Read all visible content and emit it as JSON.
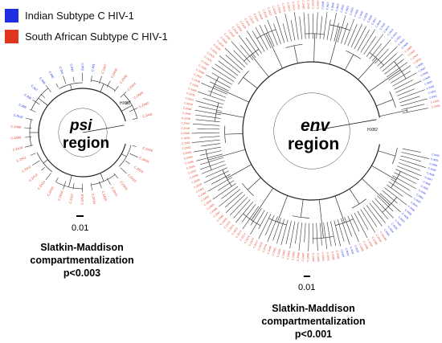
{
  "legend": {
    "items": [
      {
        "label": "Indian Subtype C HIV-1",
        "color": "#1f2ee0"
      },
      {
        "label": "South African Subtype C HIV-1",
        "color": "#e0361f"
      }
    ]
  },
  "trees": {
    "psi": {
      "name": "psi",
      "subtitle": "region",
      "reference": "HXB2",
      "scale_label": "0.01",
      "stat_lines": [
        "Slatkin-Maddison",
        "compartmentalization",
        "p<0.003"
      ],
      "tips": [
        {
          "label": "C.ZA26",
          "group": "sa"
        },
        {
          "label": "C.ZA25",
          "group": "sa"
        },
        {
          "label": "C.ZA24",
          "group": "sa"
        },
        {
          "label": "C.ZA23",
          "group": "sa"
        },
        {
          "label": "C.ZA22",
          "group": "sa"
        },
        {
          "label": "C.ZA21",
          "group": "sa"
        },
        {
          "label": "C.ZA20",
          "group": "sa"
        },
        {
          "label": "C.ZA19",
          "group": "sa"
        },
        {
          "label": "C.ZA18",
          "group": "sa"
        },
        {
          "label": "C.ZA17",
          "group": "sa"
        },
        {
          "label": "C.ZA16",
          "group": "sa"
        },
        {
          "label": "C.ZA15",
          "group": "sa"
        },
        {
          "label": "C.ZA14",
          "group": "sa"
        },
        {
          "label": "C.ZA13",
          "group": "sa"
        },
        {
          "label": "C.ZA12",
          "group": "sa"
        },
        {
          "label": "C.ZA11",
          "group": "sa"
        },
        {
          "label": "C.ZA10",
          "group": "sa"
        },
        {
          "label": "C.ZA09",
          "group": "sa"
        },
        {
          "label": "C.ZA08",
          "group": "sa"
        },
        {
          "label": "C.IN10",
          "group": "in"
        },
        {
          "label": "C.IN9",
          "group": "in"
        },
        {
          "label": "C.IN8",
          "group": "in"
        },
        {
          "label": "C.IN7",
          "group": "in"
        },
        {
          "label": "C.IN6",
          "group": "in"
        },
        {
          "label": "C.IN5",
          "group": "in"
        },
        {
          "label": "C.IN4",
          "group": "in"
        },
        {
          "label": "C.IN3",
          "group": "in"
        },
        {
          "label": "C.IN2",
          "group": "in"
        },
        {
          "label": "C.IN1",
          "group": "in"
        },
        {
          "label": "C.ZA07",
          "group": "sa"
        },
        {
          "label": "C.ZA06",
          "group": "sa"
        },
        {
          "label": "C.ZA05",
          "group": "sa"
        },
        {
          "label": "C.ZA04",
          "group": "sa"
        },
        {
          "label": "C.ZA03",
          "group": "sa"
        },
        {
          "label": "C.ZA02",
          "group": "sa"
        },
        {
          "label": "C.ZA01",
          "group": "sa"
        }
      ]
    },
    "env": {
      "name": "env",
      "subtitle": "region",
      "reference": "HXB2",
      "scale_label": "0.01",
      "stat_lines": [
        "Slatkin-Maddison",
        "compartmentalization",
        "p<0.001"
      ],
      "tips": [
        {
          "label": "C.IN52",
          "group": "in"
        },
        {
          "label": "C.IN51",
          "group": "in"
        },
        {
          "label": "C.IN50",
          "group": "in"
        },
        {
          "label": "C.IN49",
          "group": "in"
        },
        {
          "label": "C.IN48",
          "group": "in"
        },
        {
          "label": "C.IN47",
          "group": "in"
        },
        {
          "label": "C.IN46",
          "group": "in"
        },
        {
          "label": "C.IN45",
          "group": "in"
        },
        {
          "label": "C.IN44",
          "group": "in"
        },
        {
          "label": "C.IN43",
          "group": "in"
        },
        {
          "label": "C.IN42",
          "group": "in"
        },
        {
          "label": "C.IN41",
          "group": "in"
        },
        {
          "label": "C.IN40",
          "group": "in"
        },
        {
          "label": "C.IN39",
          "group": "in"
        },
        {
          "label": "C.IN38",
          "group": "in"
        },
        {
          "label": "C.IN37",
          "group": "in"
        },
        {
          "label": "C.IN36",
          "group": "in"
        },
        {
          "label": "C.IN35",
          "group": "in"
        },
        {
          "label": "C.IN34",
          "group": "in"
        },
        {
          "label": "C.IN33",
          "group": "in"
        },
        {
          "label": "C.ZA100",
          "group": "sa"
        },
        {
          "label": "C.ZA99",
          "group": "sa"
        },
        {
          "label": "C.ZA98",
          "group": "sa"
        },
        {
          "label": "C.ZA97",
          "group": "sa"
        },
        {
          "label": "C.ZA96",
          "group": "sa"
        },
        {
          "label": "C.ZA95",
          "group": "sa"
        },
        {
          "label": "C.IN32",
          "group": "in"
        },
        {
          "label": "C.IN31",
          "group": "in"
        },
        {
          "label": "C.IN30",
          "group": "in"
        },
        {
          "label": "C.IN29",
          "group": "in"
        },
        {
          "label": "C.ZA94",
          "group": "sa"
        },
        {
          "label": "C.ZA93",
          "group": "sa"
        },
        {
          "label": "C.ZA92",
          "group": "sa"
        },
        {
          "label": "C.ZA91",
          "group": "sa"
        },
        {
          "label": "C.ZA90",
          "group": "sa"
        },
        {
          "label": "C.ZA89",
          "group": "sa"
        },
        {
          "label": "C.ZA88",
          "group": "sa"
        },
        {
          "label": "C.ZA87",
          "group": "sa"
        },
        {
          "label": "C.ZA86",
          "group": "sa"
        },
        {
          "label": "C.ZA85",
          "group": "sa"
        },
        {
          "label": "C.ZA84",
          "group": "sa"
        },
        {
          "label": "C.ZA83",
          "group": "sa"
        },
        {
          "label": "C.ZA82",
          "group": "sa"
        },
        {
          "label": "C.ZA81",
          "group": "sa"
        },
        {
          "label": "C.ZA80",
          "group": "sa"
        },
        {
          "label": "C.ZA79",
          "group": "sa"
        },
        {
          "label": "C.ZA78",
          "group": "sa"
        },
        {
          "label": "C.ZA77",
          "group": "sa"
        },
        {
          "label": "C.ZA76",
          "group": "sa"
        },
        {
          "label": "C.ZA75",
          "group": "sa"
        },
        {
          "label": "C.ZA74",
          "group": "sa"
        },
        {
          "label": "C.ZA73",
          "group": "sa"
        },
        {
          "label": "C.ZA72",
          "group": "sa"
        },
        {
          "label": "C.ZA71",
          "group": "sa"
        },
        {
          "label": "C.ZA70",
          "group": "sa"
        },
        {
          "label": "C.ZA69",
          "group": "sa"
        },
        {
          "label": "C.ZA68",
          "group": "sa"
        },
        {
          "label": "C.ZA67",
          "group": "sa"
        },
        {
          "label": "C.ZA66",
          "group": "sa"
        },
        {
          "label": "C.ZA65",
          "group": "sa"
        },
        {
          "label": "C.ZA64",
          "group": "sa"
        },
        {
          "label": "C.ZA63",
          "group": "sa"
        },
        {
          "label": "C.ZA62",
          "group": "sa"
        },
        {
          "label": "C.ZA61",
          "group": "sa"
        },
        {
          "label": "C.ZA60",
          "group": "sa"
        },
        {
          "label": "C.ZA59",
          "group": "sa"
        },
        {
          "label": "C.ZA58",
          "group": "sa"
        },
        {
          "label": "C.ZA57",
          "group": "sa"
        },
        {
          "label": "C.ZA56",
          "group": "sa"
        },
        {
          "label": "C.ZA55",
          "group": "sa"
        },
        {
          "label": "C.ZA54",
          "group": "sa"
        },
        {
          "label": "C.ZA53",
          "group": "sa"
        },
        {
          "label": "C.ZA52",
          "group": "sa"
        },
        {
          "label": "C.ZA51",
          "group": "sa"
        },
        {
          "label": "C.ZA50",
          "group": "sa"
        },
        {
          "label": "C.ZA49",
          "group": "sa"
        },
        {
          "label": "C.ZA48",
          "group": "sa"
        },
        {
          "label": "C.ZA47",
          "group": "sa"
        },
        {
          "label": "C.ZA46",
          "group": "sa"
        },
        {
          "label": "C.ZA45",
          "group": "sa"
        },
        {
          "label": "C.ZA44",
          "group": "sa"
        },
        {
          "label": "C.ZA43",
          "group": "sa"
        },
        {
          "label": "C.ZA42",
          "group": "sa"
        },
        {
          "label": "C.ZA41",
          "group": "sa"
        },
        {
          "label": "C.ZA40",
          "group": "sa"
        },
        {
          "label": "C.ZA39",
          "group": "sa"
        },
        {
          "label": "C.ZA38",
          "group": "sa"
        },
        {
          "label": "C.ZA37",
          "group": "sa"
        },
        {
          "label": "C.ZA36",
          "group": "sa"
        },
        {
          "label": "C.ZA35",
          "group": "sa"
        },
        {
          "label": "C.ZA34",
          "group": "sa"
        },
        {
          "label": "C.ZA33",
          "group": "sa"
        },
        {
          "label": "C.ZA32",
          "group": "sa"
        },
        {
          "label": "C.ZA31",
          "group": "sa"
        },
        {
          "label": "C.ZA30",
          "group": "sa"
        },
        {
          "label": "C.ZA29",
          "group": "sa"
        },
        {
          "label": "C.ZA28",
          "group": "sa"
        },
        {
          "label": "C.ZA27",
          "group": "sa"
        },
        {
          "label": "C.ZA26",
          "group": "sa"
        },
        {
          "label": "C.ZA25",
          "group": "sa"
        },
        {
          "label": "C.ZA24",
          "group": "sa"
        },
        {
          "label": "C.ZA23",
          "group": "sa"
        },
        {
          "label": "C.ZA22",
          "group": "sa"
        },
        {
          "label": "C.ZA21",
          "group": "sa"
        },
        {
          "label": "C.ZA20",
          "group": "sa"
        },
        {
          "label": "C.ZA19",
          "group": "sa"
        },
        {
          "label": "C.ZA18",
          "group": "sa"
        },
        {
          "label": "C.ZA17",
          "group": "sa"
        },
        {
          "label": "C.ZA16",
          "group": "sa"
        },
        {
          "label": "C.ZA15",
          "group": "sa"
        },
        {
          "label": "C.ZA14",
          "group": "sa"
        },
        {
          "label": "C.ZA13",
          "group": "sa"
        },
        {
          "label": "C.ZA12",
          "group": "sa"
        },
        {
          "label": "C.ZA11",
          "group": "sa"
        },
        {
          "label": "C.ZA10",
          "group": "sa"
        },
        {
          "label": "C.ZA09",
          "group": "sa"
        },
        {
          "label": "C.ZA08",
          "group": "sa"
        },
        {
          "label": "C.ZA07",
          "group": "sa"
        },
        {
          "label": "C.IN28",
          "group": "in"
        },
        {
          "label": "C.IN27",
          "group": "in"
        },
        {
          "label": "C.IN26",
          "group": "in"
        },
        {
          "label": "C.IN25",
          "group": "in"
        },
        {
          "label": "C.IN24",
          "group": "in"
        },
        {
          "label": "C.IN23",
          "group": "in"
        },
        {
          "label": "C.IN22",
          "group": "in"
        },
        {
          "label": "C.IN21",
          "group": "in"
        },
        {
          "label": "C.IN20",
          "group": "in"
        },
        {
          "label": "C.IN19",
          "group": "in"
        },
        {
          "label": "C.IN18",
          "group": "in"
        },
        {
          "label": "C.IN17",
          "group": "in"
        },
        {
          "label": "C.IN16",
          "group": "in"
        },
        {
          "label": "C.IN15",
          "group": "in"
        },
        {
          "label": "C.IN14",
          "group": "in"
        },
        {
          "label": "C.IN13",
          "group": "in"
        },
        {
          "label": "C.IN12",
          "group": "in"
        },
        {
          "label": "C.IN11",
          "group": "in"
        },
        {
          "label": "C.IN10",
          "group": "in"
        },
        {
          "label": "C.IN09",
          "group": "in"
        },
        {
          "label": "C.ZA06",
          "group": "sa"
        },
        {
          "label": "C.ZA05",
          "group": "sa"
        },
        {
          "label": "C.ZA04",
          "group": "sa"
        },
        {
          "label": "C.ZA03",
          "group": "sa"
        },
        {
          "label": "C.IN08",
          "group": "in"
        },
        {
          "label": "C.IN07",
          "group": "in"
        },
        {
          "label": "C.IN06",
          "group": "in"
        },
        {
          "label": "C.IN05",
          "group": "in"
        },
        {
          "label": "C.IN04",
          "group": "in"
        },
        {
          "label": "C.IN03",
          "group": "in"
        },
        {
          "label": "C.IN02",
          "group": "in"
        },
        {
          "label": "C.IN01",
          "group": "in"
        },
        {
          "label": "C.ZA02",
          "group": "sa"
        },
        {
          "label": "C.ZA01",
          "group": "sa"
        }
      ]
    }
  }
}
